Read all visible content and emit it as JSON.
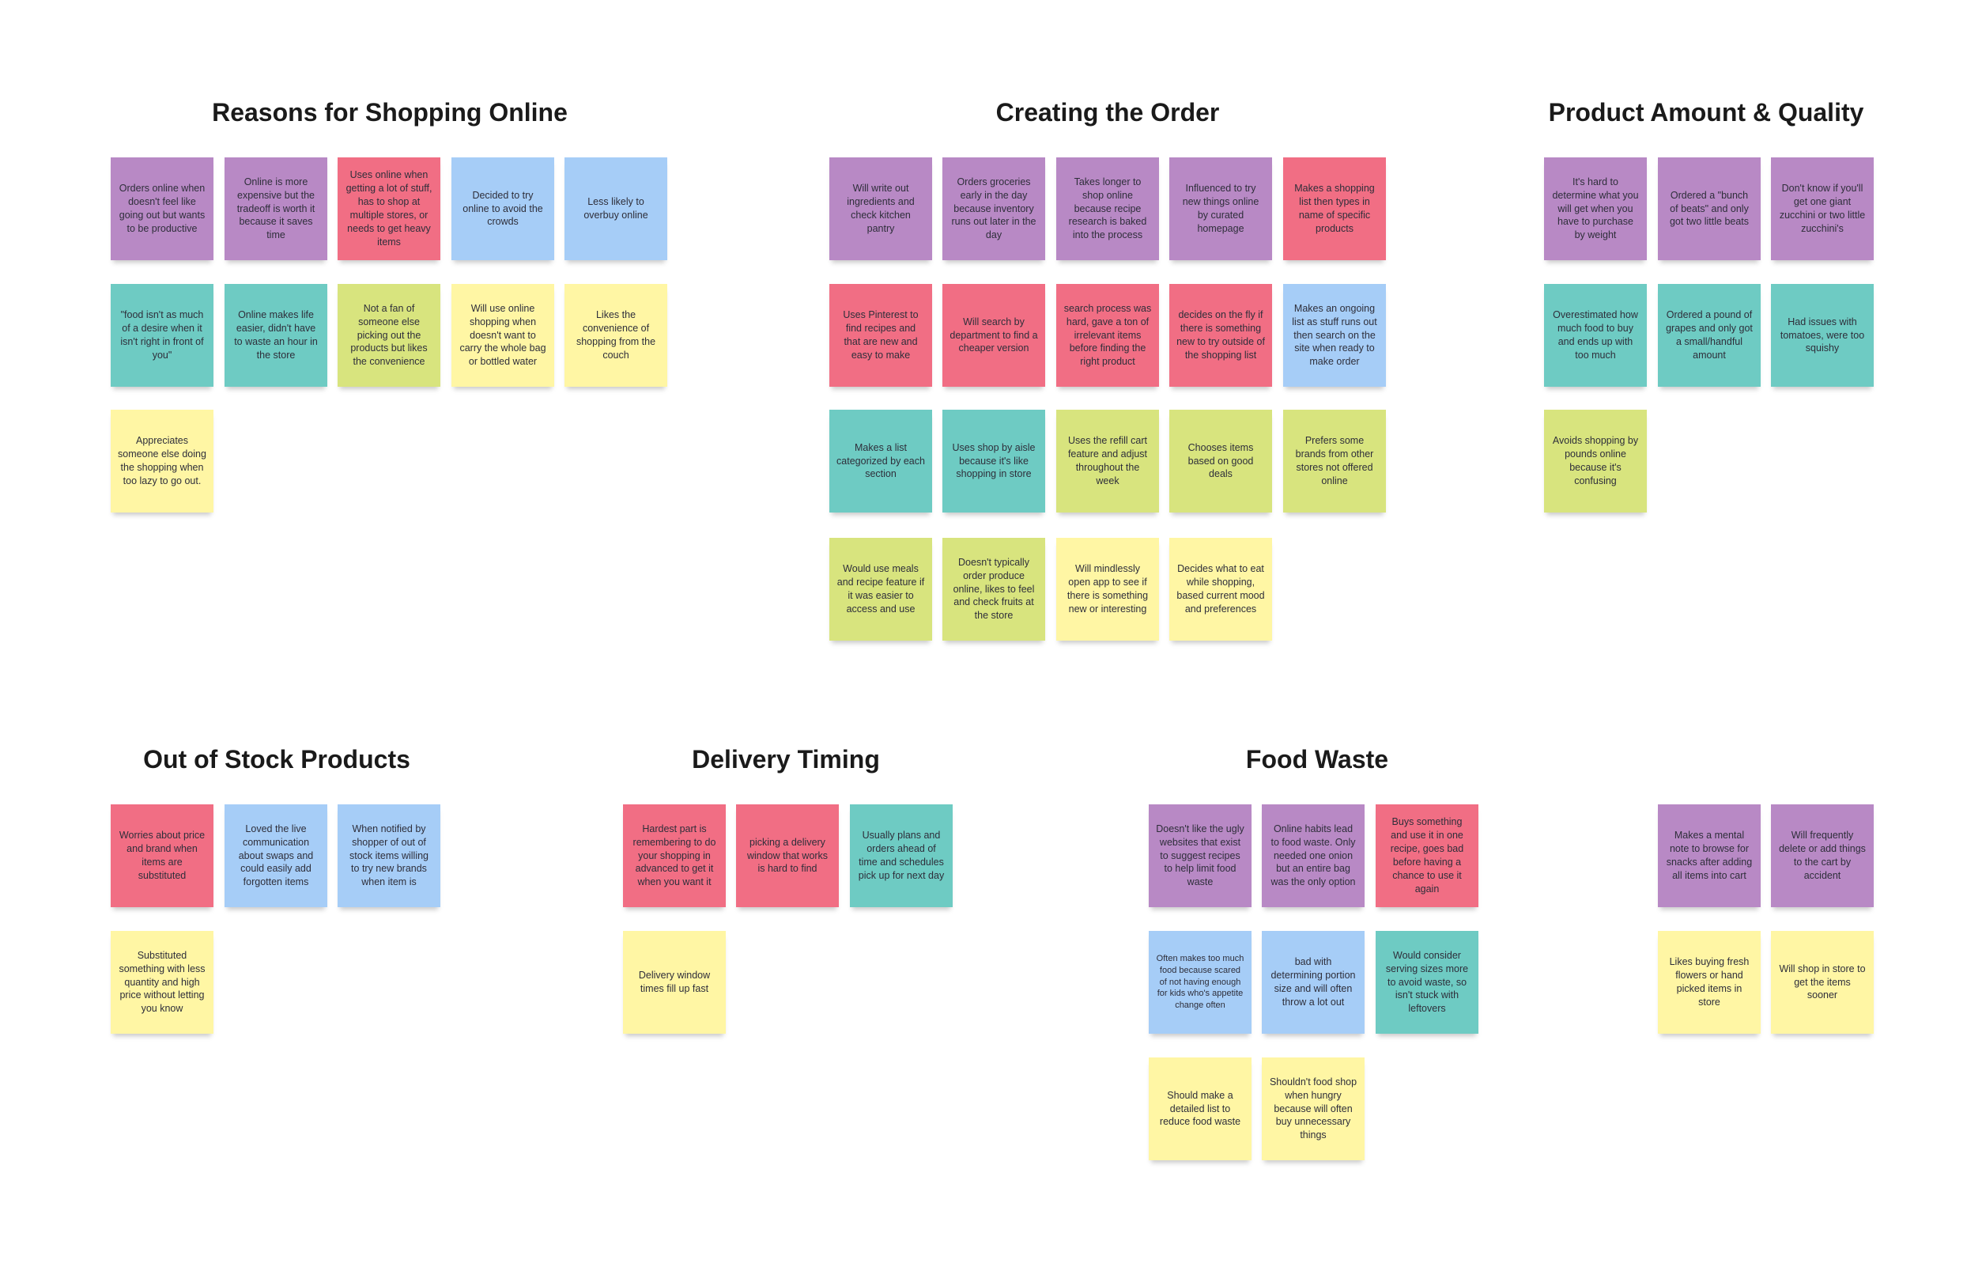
{
  "clusters": {
    "reasons": {
      "title": "Reasons for Shopping Online",
      "notes": [
        "Orders online when doesn't feel like going out but wants to be productive",
        "Online is more expensive but the tradeoff is worth it because it saves time",
        "Uses online when getting a lot of stuff, has to shop at multiple stores, or needs to get heavy items",
        "Decided to try online to avoid the crowds",
        "Less likely to overbuy online",
        "\"food isn't as much of a desire when it isn't right in front of you\"",
        "Online makes life easier, didn't have to waste an hour in the store",
        "Not a fan of someone else picking out the products but likes the convenience",
        "Will use online shopping when doesn't want to carry the whole bag or bottled water",
        "Likes the convenience of shopping from the couch",
        "Appreciates someone else doing the shopping when too lazy to go out."
      ]
    },
    "order": {
      "title": "Creating the Order",
      "notes": [
        "Will write out ingredients and check kitchen pantry",
        "Orders groceries early in the day because inventory runs out later in the day",
        "Takes longer to shop online because recipe research is baked into the process",
        "Influenced to try new things online by curated homepage",
        "Makes a shopping list then types in name of specific products",
        "Uses Pinterest to find recipes and that are new and easy to make",
        "Will search by department to find a cheaper version",
        "search process was hard, gave a ton of irrelevant items before finding the right product",
        "decides on the fly if there is something new to try outside of the shopping list",
        "Makes an ongoing list as stuff runs out then search on the site when ready to make order",
        "Makes a list categorized by each section",
        "Uses shop by aisle because it's like shopping in store",
        "Uses the refill cart feature and adjust throughout the week",
        "Chooses items based on good deals",
        "Prefers some brands from other stores not offered online",
        "Would use meals and recipe feature if it was easier to access and use",
        "Doesn't typically order produce online, likes to feel and check fruits at the store",
        "Will mindlessly open app to see if there is something new or interesting",
        "Decides what to eat while shopping, based current mood and preferences"
      ]
    },
    "quality": {
      "title": "Product Amount & Quality",
      "notes": [
        "It's hard to determine what you will get when you have to purchase by weight",
        "Ordered a \"bunch of beats\" and only got two little beats",
        "Don't know if you'll get one giant zucchini or two little zucchini's",
        "Overestimated how much food to buy and ends up with too much",
        "Ordered a pound of grapes and only got a small/handful amount",
        "Had issues with tomatoes, were too squishy",
        "Avoids shopping by pounds online because it's confusing"
      ]
    },
    "stock": {
      "title": "Out of Stock Products",
      "notes": [
        "Worries about price and brand when items are substituted",
        "Loved the live communication about swaps and could easily add forgotten items",
        "When notified by shopper of out of stock items willing to try new brands when item is",
        "Substituted something with less quantity and high price without letting you know"
      ]
    },
    "delivery": {
      "title": "Delivery Timing",
      "notes": [
        "Hardest part is remembering to do your shopping in advanced to get it when you want it",
        "picking a delivery window that works is hard to find",
        "Usually plans and orders ahead of time and schedules pick up for next day",
        "Delivery window times fill up fast"
      ]
    },
    "waste": {
      "title": "Food Waste",
      "notes": [
        "Doesn't like the ugly websites that exist to suggest recipes to help limit food waste",
        "Online habits lead to food waste. Only needed one onion but an entire bag was the only option",
        "Buys something and use it in one recipe, goes bad before having a chance to use it again",
        "Often makes too much food because scared of not having enough for kids who's appetite change often",
        "bad with determining portion size and will often throw a lot out",
        "Would consider serving sizes more to avoid waste, so isn't stuck with leftovers",
        "Should make a detailed list to reduce food waste",
        "Shouldn't food shop when hungry because will often buy unnecessary things"
      ]
    },
    "ungrouped": {
      "notes": [
        "Makes a mental note to browse for snacks after adding all items into cart",
        "Will frequently delete or add things to the cart by accident",
        "Likes buying fresh flowers or hand picked items in store",
        "Will shop in store to get the items sooner"
      ]
    }
  },
  "colors": {
    "purple": "#b889c5",
    "pink": "#f16e84",
    "blue": "#a6cdf7",
    "teal": "#6ecbc3",
    "lime": "#d8e47e",
    "yellow": "#fff6a4"
  }
}
